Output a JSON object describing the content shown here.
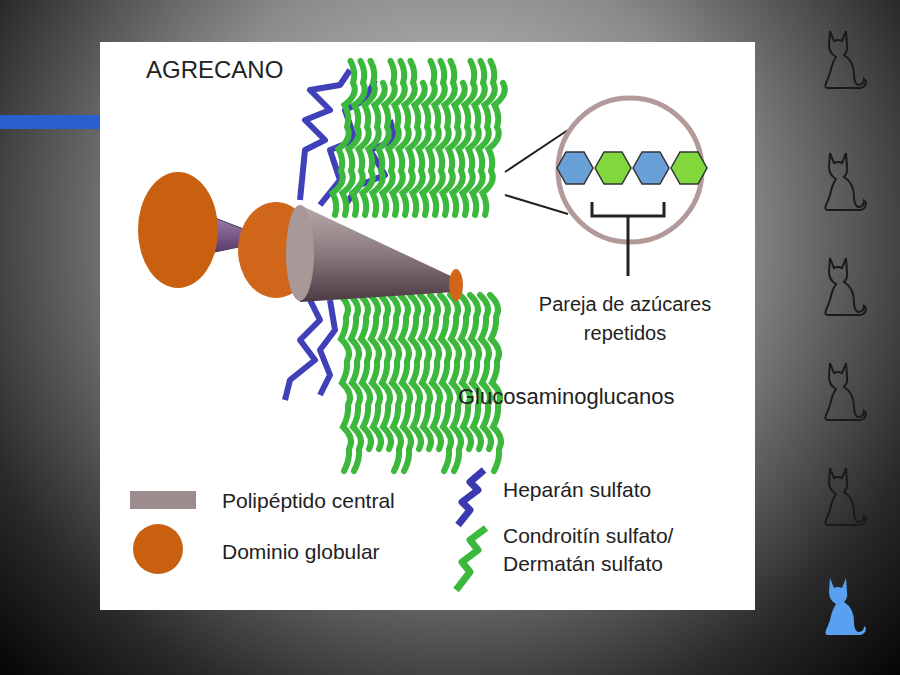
{
  "diagram": {
    "title": "AGRECANO",
    "labels": [
      "Pareja de azúcares repetidos",
      "Glucosaminoglucanos"
    ],
    "legend": [
      {
        "text": "Polipéptido central",
        "color": "#9c8c8e"
      },
      {
        "text": "Dominio globular",
        "color": "#c8600f"
      },
      {
        "text": "Heparán sulfato"
      },
      {
        "text": "Condroitín sulfato/ Dermatán sulfato"
      }
    ]
  }
}
